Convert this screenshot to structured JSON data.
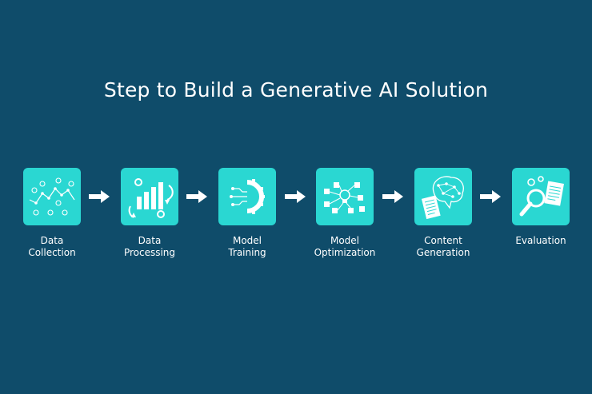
{
  "title": "Step to Build a Generative AI Solution",
  "steps": [
    {
      "line1": "Data",
      "line2": "Collection",
      "icon": "data-collection-icon"
    },
    {
      "line1": "Data",
      "line2": "Processing",
      "icon": "data-processing-icon"
    },
    {
      "line1": "Model",
      "line2": "Training",
      "icon": "model-training-icon"
    },
    {
      "line1": "Model",
      "line2": "Optimization",
      "icon": "model-optimization-icon"
    },
    {
      "line1": "Content",
      "line2": "Generation",
      "icon": "content-generation-icon"
    },
    {
      "line1": "Evaluation",
      "line2": "",
      "icon": "evaluation-icon"
    }
  ],
  "colors": {
    "background": "#0f4c6a",
    "tile": "#2ad7d2",
    "text": "#ffffff"
  }
}
